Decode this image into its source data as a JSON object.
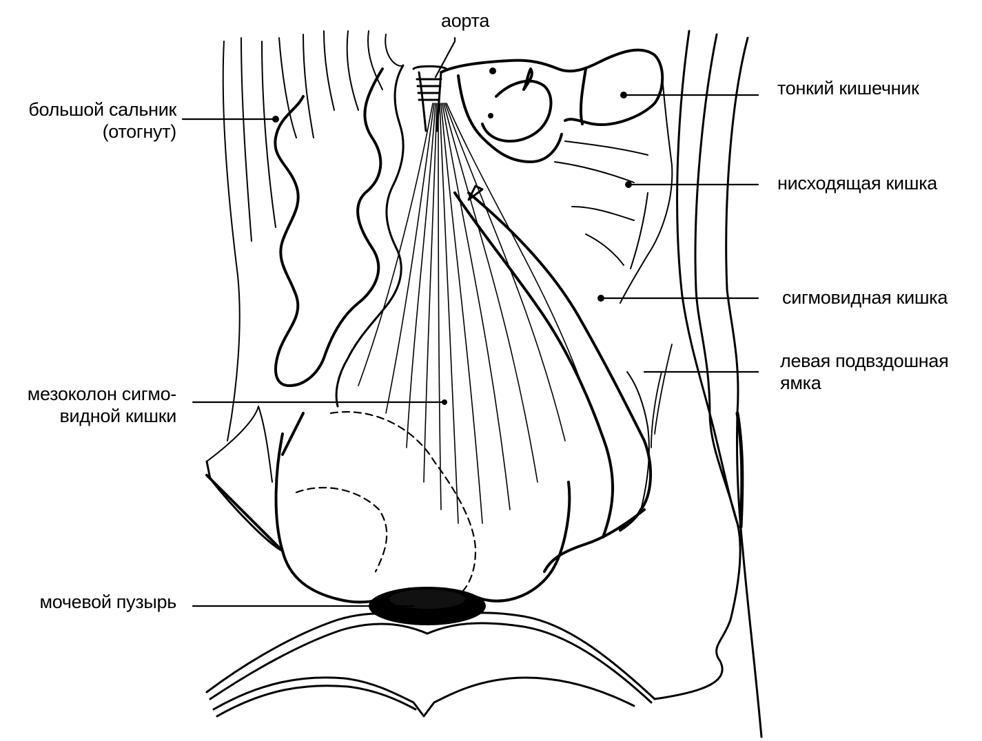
{
  "diagram": {
    "labels": {
      "aorta": "аорта",
      "omentum_line1": "большой сальник",
      "omentum_line2": "(отогнут)",
      "small_intestine": "тонкий кишечник",
      "descending_colon": "нисходящая кишка",
      "sigmoid_colon": "сигмовидная кишка",
      "iliac_fossa_line1": "левая подвздошная",
      "iliac_fossa_line2": "ямка",
      "mesocolon_line1": "мезоколон сигмо-",
      "mesocolon_line2": "видной кишки",
      "bladder": "мочевой пузырь"
    },
    "colors": {
      "ink": "#000000",
      "background": "#ffffff"
    }
  }
}
